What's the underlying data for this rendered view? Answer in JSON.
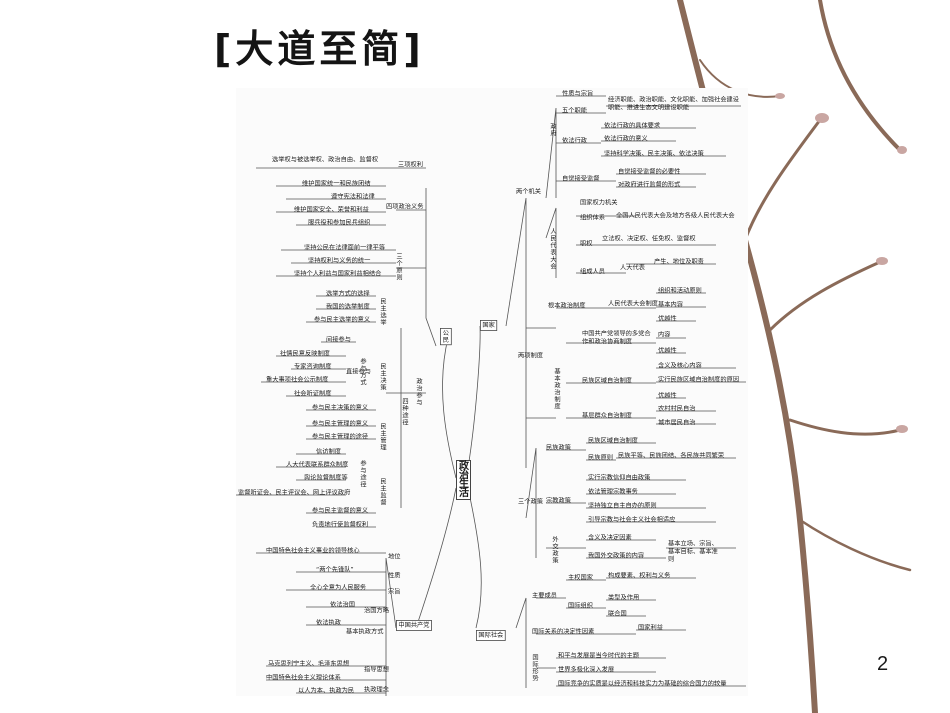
{
  "title": "[大道至简]",
  "page_number": "2",
  "mindmap": {
    "root": "政治生活",
    "left": {
      "citizen": "公民",
      "rights": "三项权利",
      "rights_detail": "选举权与被选举权、政治自由、监督权",
      "duties": "四项政治义务",
      "duties_items": [
        "维护国家统一和民族团结",
        "遵守宪法和法律",
        "维护国家安全、荣誉和利益",
        "服兵役和参加民兵组织"
      ],
      "principles": "三个原则",
      "principles_items": [
        "坚持公民在法律面前一律平等",
        "坚持权利与义务的统一",
        "坚持个人利益与国家利益相结合"
      ],
      "participate": "政治参与",
      "election": "民主选举",
      "election_items": [
        "选举方式的选择",
        "我国的选举制度",
        "参与民主选举的意义"
      ],
      "decision": "民主决策",
      "decision_ways": "参与方式",
      "decision_items": [
        "间接参与",
        "社情民意反映制度",
        "专家咨询制度",
        "重大事项社会公示制度",
        "社会听证制度",
        "直接参与",
        "参与民主决策的意义"
      ],
      "management": "民主管理",
      "management_items": [
        "参与民主管理的意义",
        "参与民主管理的途径"
      ],
      "supervision": "民主监督",
      "supervision_ways": "参与途径",
      "supervision_items": [
        "信访制度",
        "人大代表联系群众制度",
        "舆论监督制度等",
        "监督听证会、民主评议会、网上评议政府",
        "参与民主监督的意义",
        "负责地行使监督权利"
      ],
      "four_ways": "四种途径",
      "party": "中国共产党",
      "party_items": [
        "中国特色社会主义事业的领导核心",
        "地位",
        "“两个先锋队”",
        "性质",
        "全心全意为人民服务",
        "宗旨",
        "依法治国",
        "治国方略",
        "依法执政",
        "基本执政方式",
        "马克思列宁主义、毛泽东思想",
        "中国特色社会主义理论体系",
        "指导思想",
        "以人为本、执政为民",
        "执政理念"
      ]
    },
    "right": {
      "state": "国家",
      "two_organs": "两个机关",
      "government": "政府",
      "gov_items": [
        "性质与宗旨",
        "五个职能",
        "经济职能、政治职能、文化职能、加强社会建设职能、推进生态文明建设职能",
        "依法行政",
        "依法行政的具体要求",
        "依法行政的意义",
        "坚持科学决策、民主决策、依法决策",
        "自觉接受监督",
        "自觉接受监督的必要性",
        "对政府进行监督的形式"
      ],
      "npc": "人民代表大会",
      "npc_items": [
        "国家权力机关",
        "组织体系",
        "全国人民代表大会及地方各级人民代表大会",
        "职权",
        "立法权、决定权、任免权、监督权",
        "组成人员",
        "人大代表",
        "产生、地位及职责"
      ],
      "two_systems": "两项制度",
      "basic_political": "根本政治制度",
      "npc_system": "人民代表大会制度",
      "npc_system_items": [
        "组织和活动原则",
        "基本内容",
        "优越性"
      ],
      "basic_systems": "基本政治制度",
      "cpc_cooperation": "中国共产党领导的多党合作和政治协商制度",
      "cpc_items": [
        "内容",
        "优越性"
      ],
      "regional": "民族区域自治制度",
      "regional_items": [
        "含义及核心内容",
        "实行民族区域自治制度的原因",
        "优越性"
      ],
      "grassroots": "基层群众自治制度",
      "grassroots_items": [
        "农村村民自治",
        "城市居民自治"
      ],
      "three_policies": "三个政策",
      "ethnic": "民族政策",
      "ethnic_items": [
        "民族区域自治制度",
        "民族原则",
        "民族平等、民族团结、各民族共同繁荣"
      ],
      "religion": "宗教政策",
      "religion_items": [
        "实行宗教信仰自由政策",
        "依法管理宗教事务",
        "坚持独立自主自办的原则",
        "引导宗教与社会主义社会相适应"
      ],
      "foreign": "外交政策",
      "foreign_items": [
        "含义及决定因素",
        "我国外交政策的内容",
        "基本立场、宗旨、基本目标、基本准则"
      ],
      "intl": "国际社会",
      "intl_members": "主要成员",
      "intl_items": [
        "主权国家",
        "构成要素、权利与义务",
        "国际组织",
        "类型及作用",
        "联合国",
        "国际关系的决定性因素",
        "国家利益",
        "国际形势",
        "和平与发展是当今时代的主题",
        "世界多极化深入发展",
        "国际竞争的实质是以经济和科技实力为基础的综合国力的较量"
      ]
    }
  }
}
